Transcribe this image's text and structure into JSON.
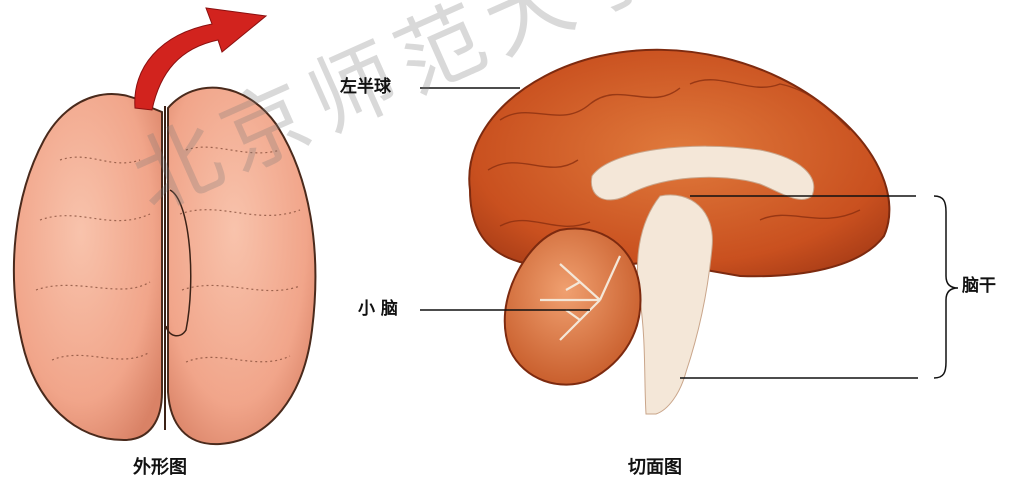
{
  "labels": {
    "left_hemisphere": "左半球",
    "cerebellum": "小 脑",
    "brainstem": "脑干"
  },
  "captions": {
    "external_view": "外形图",
    "section_view": "切面图"
  },
  "watermark": "北京师范大学出版社",
  "colors": {
    "arrow": "#d2231e",
    "outer_brain": "#f1a58a",
    "section_brain": "#c9501f",
    "cerebellum": "#d9703c",
    "white_matter": "#f4e7d8"
  }
}
